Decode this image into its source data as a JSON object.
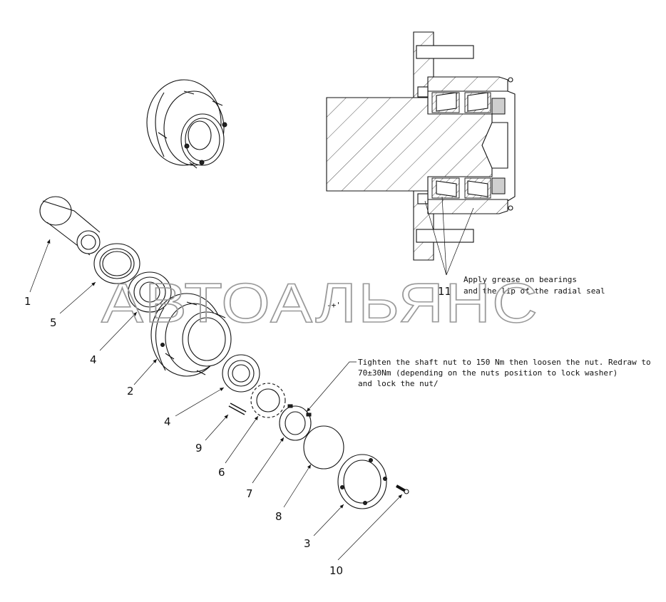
{
  "watermark": "АВТОАЛЬЯНС",
  "callouts": {
    "c1": "1",
    "c2": "2",
    "c3": "3",
    "c4a": "4",
    "c4b": "4",
    "c5": "5",
    "c6": "6",
    "c7": "7",
    "c8": "8",
    "c9": "9",
    "c10": "10",
    "c11": "11"
  },
  "notes": {
    "grease_line1": "Apply grease on bearings",
    "grease_line2": "and the lip of the radial seal",
    "nut_line1": "Tighten the shaft nut to 150 Nm then loosen the nut. Redraw to",
    "nut_line2": "70±30Nm (depending on the nuts position to lock washer)",
    "nut_line3": "and lock the nut/"
  },
  "symbols": {
    "stray_mark": "-+'"
  }
}
